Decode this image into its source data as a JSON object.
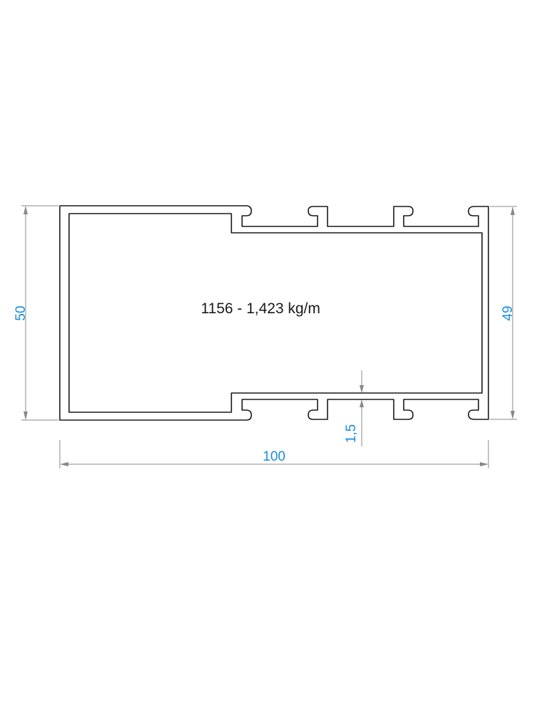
{
  "profile": {
    "label": "1156 - 1,423 kg/m"
  },
  "dimensions": {
    "height_left": "50",
    "height_right": "49",
    "width": "100",
    "wall_thickness": "1,5",
    "color": "#1a8be0"
  },
  "colors": {
    "profile_fill": "#a7a9ac",
    "outline": "#1a1a1a",
    "dimension_line": "#888888"
  }
}
